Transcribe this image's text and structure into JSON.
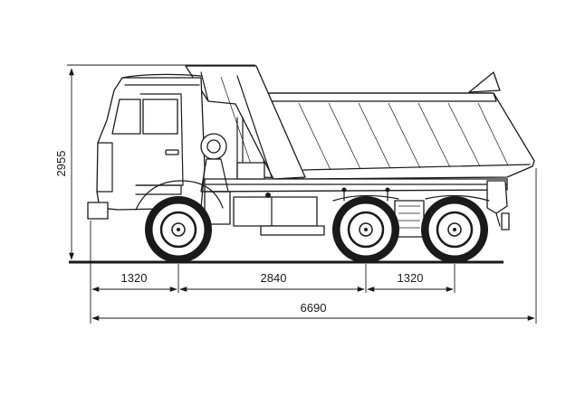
{
  "dimensions": {
    "height": "2955",
    "front_overhang": "1320",
    "wheelbase": "2840",
    "rear_axle_spacing": "1320",
    "overall_length": "6690"
  },
  "colors": {
    "line": "#1a1a1a",
    "background": "#ffffff"
  }
}
